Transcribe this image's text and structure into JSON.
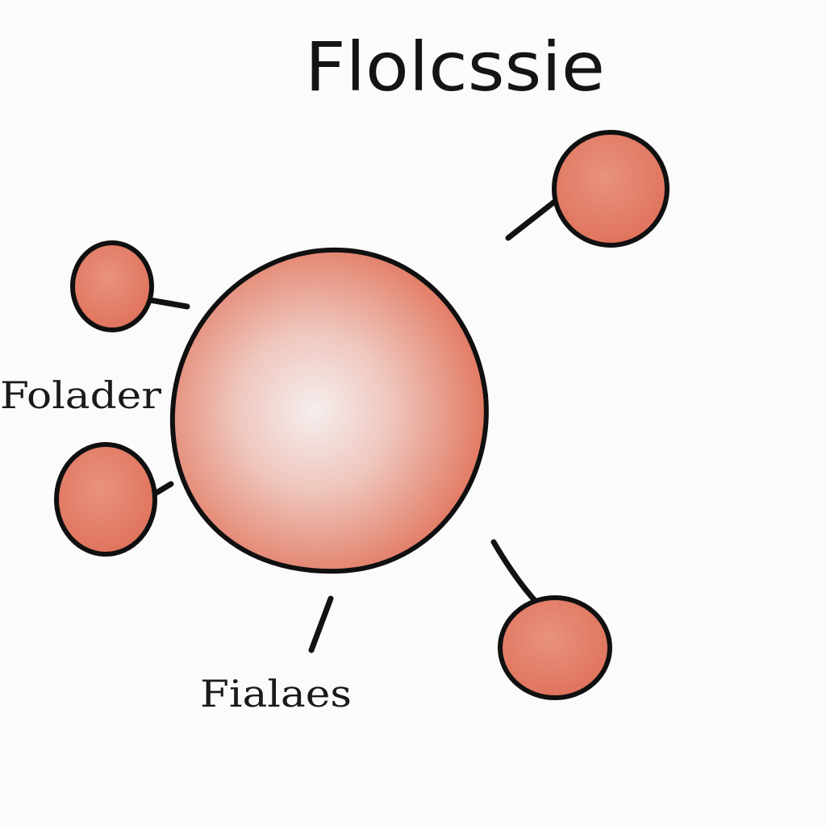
{
  "diagram": {
    "title": "Flolcssie",
    "labels": {
      "left": "Folader",
      "bottom": "Fialaes"
    }
  },
  "colors": {
    "background": "#fbfbfb",
    "node_fill": "#e27a63",
    "center_highlight": "#f5eeee",
    "outline": "#101010"
  }
}
